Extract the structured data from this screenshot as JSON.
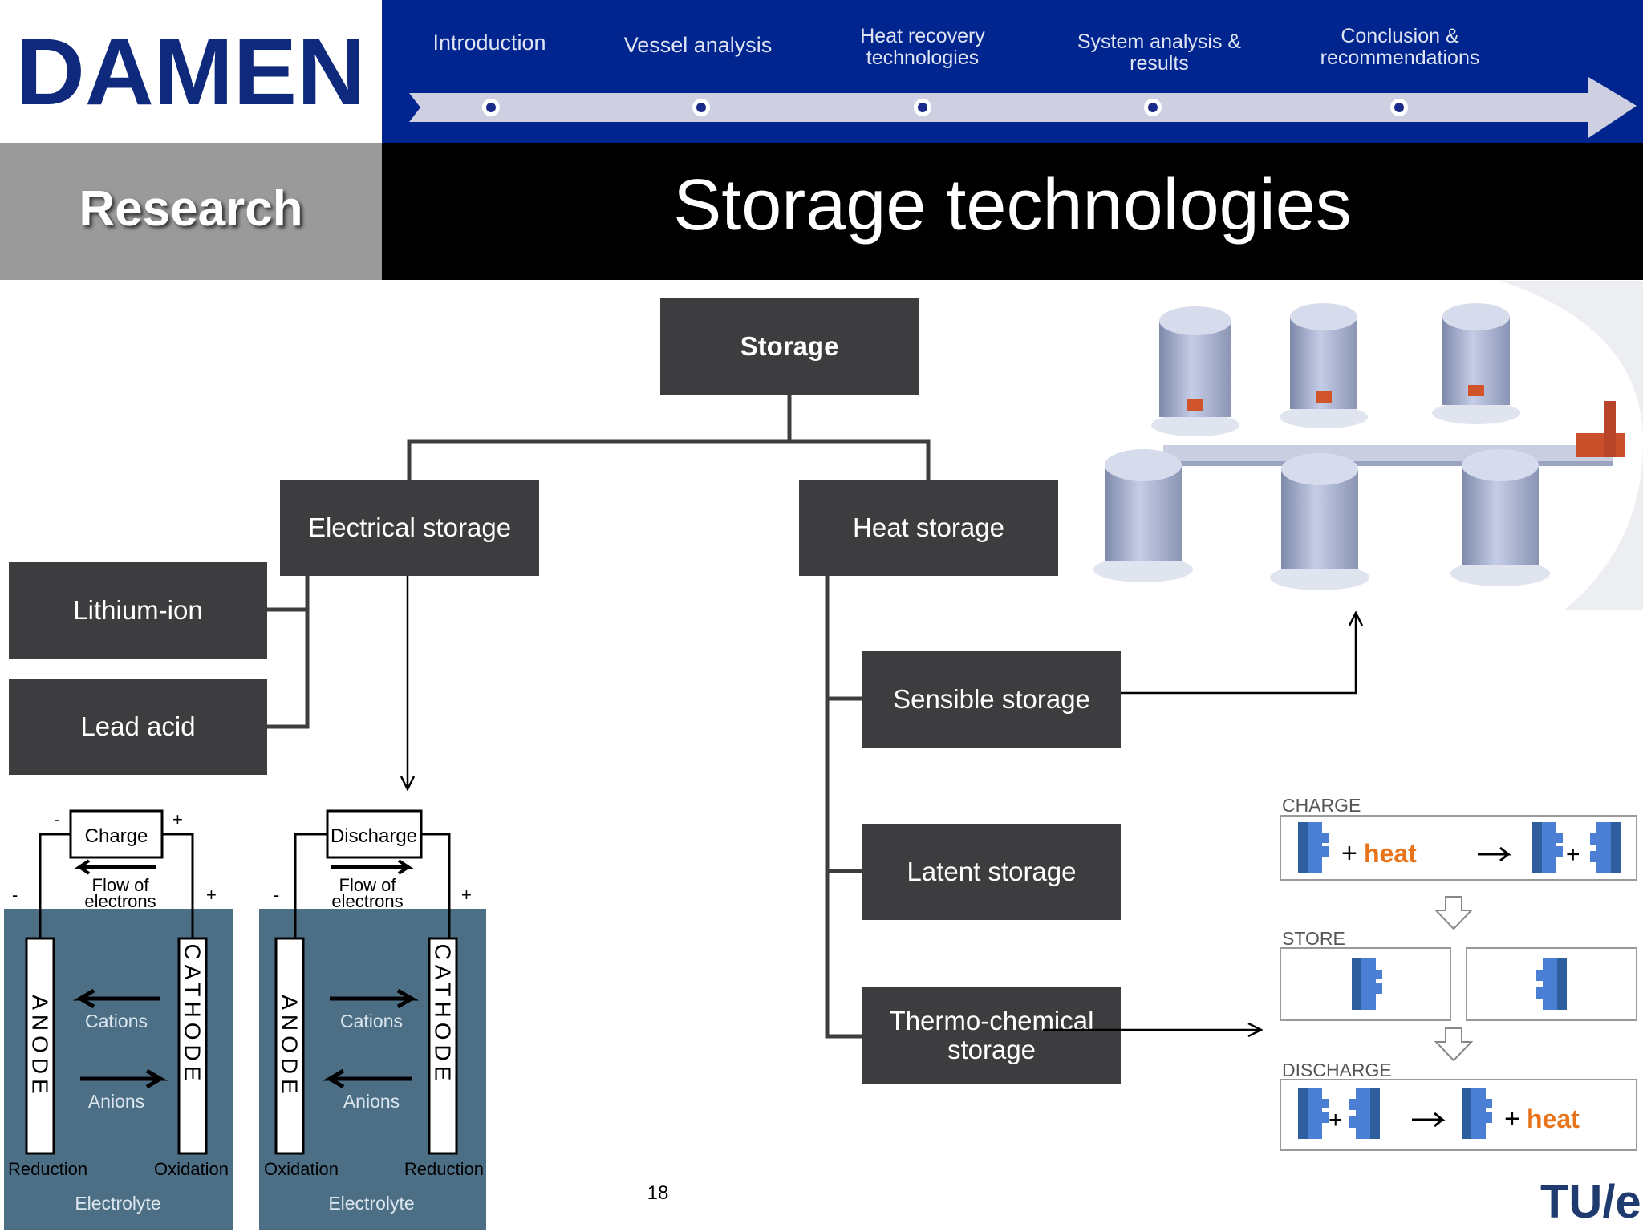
{
  "header": {
    "logo": "DAMEN",
    "nav": [
      {
        "line1": "Introduction",
        "line2": ""
      },
      {
        "line1": "Vessel analysis",
        "line2": ""
      },
      {
        "line1": "Heat recovery",
        "line2": "technologies"
      },
      {
        "line1": "System analysis &",
        "line2": "results"
      },
      {
        "line1": "Conclusion &",
        "line2": "recommendations"
      }
    ],
    "section": "Research",
    "title": "Storage technologies"
  },
  "diagram": {
    "root": "Storage",
    "electrical": "Electrical storage",
    "heat": "Heat storage",
    "lithium": "Lithium-ion",
    "lead": "Lead acid",
    "sensible": "Sensible storage",
    "latent": "Latent storage",
    "thermo_line1": "Thermo-chemical",
    "thermo_line2": "storage"
  },
  "battery_charge": {
    "label": "Charge",
    "flow1": "Flow of",
    "flow2": "electrons",
    "anode": "ANODE",
    "cathode": "CATHODE",
    "cations": "Cations",
    "anions": "Anions",
    "left_reaction": "Reduction",
    "right_reaction": "Oxidation",
    "electrolyte": "Electrolyte",
    "minus": "-",
    "plus": "+"
  },
  "battery_discharge": {
    "label": "Discharge",
    "flow1": "Flow of",
    "flow2": "electrons",
    "anode": "ANODE",
    "cathode": "CATHODE",
    "cations": "Cations",
    "anions": "Anions",
    "left_reaction": "Oxidation",
    "right_reaction": "Reduction",
    "electrolyte": "Electrolyte",
    "minus": "-",
    "plus": "+"
  },
  "thermochem": {
    "charge": "CHARGE",
    "store": "STORE",
    "discharge": "DISCHARGE",
    "heat": "heat",
    "plus": "+"
  },
  "footer": {
    "page": "18",
    "tue": "TU/e"
  },
  "colors": {
    "nav_bg": "#00258f",
    "node_bg": "#3d3d3f",
    "heat_orange": "#e8731a",
    "electrolyte": "#4d6f86",
    "block_blue": "#4a7fd4"
  }
}
